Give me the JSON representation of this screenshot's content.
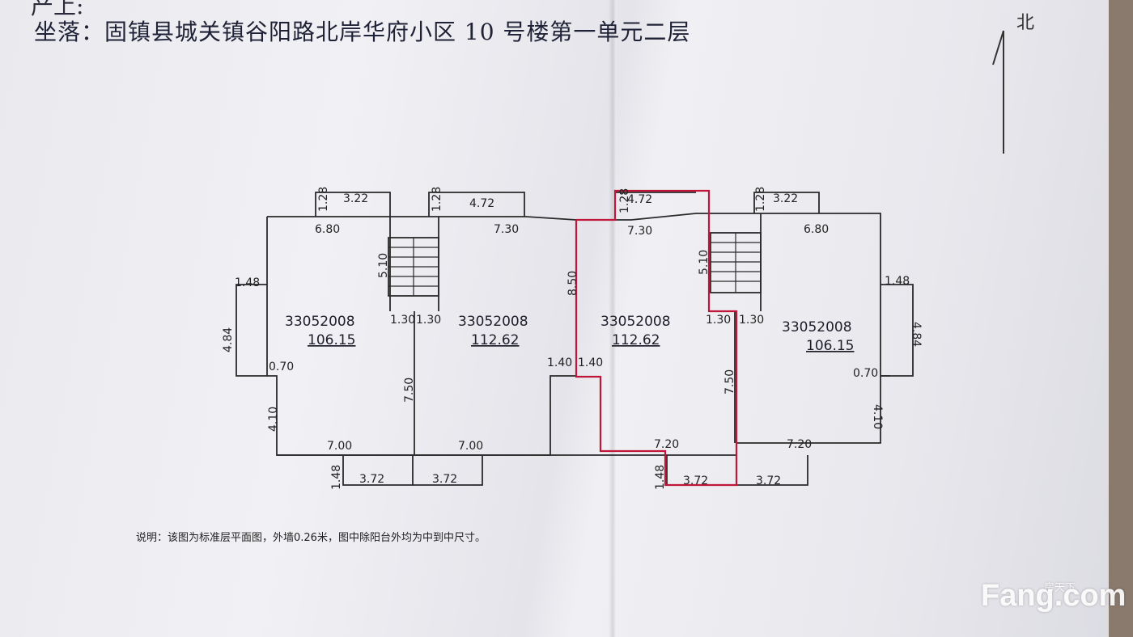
{
  "header": {
    "owner_line": "产上:",
    "location_line": "坐落：固镇县城关镇谷阳路北岸华府小区 10 号楼第一单元二层"
  },
  "north": {
    "label": "北"
  },
  "units": [
    {
      "code": "33052008",
      "area": "106.15"
    },
    {
      "code": "33052008",
      "area": "112.62"
    },
    {
      "code": "33052008",
      "area": "112.62"
    },
    {
      "code": "33052008",
      "area": "106.15"
    }
  ],
  "dims": {
    "d128a": "1.28",
    "d322a": "3.22",
    "d128b": "1.28",
    "d472a": "4.72",
    "d128c": "1.28",
    "d472b": "4.72",
    "d128d": "1.28",
    "d322b": "3.22",
    "d680a": "6.80",
    "d730a": "7.30",
    "d730b": "7.30",
    "d680b": "6.80",
    "d510a": "5.10",
    "d510b": "5.10",
    "d850": "8.50",
    "d148a": "1.48",
    "d148b": "1.48",
    "d484a": "4.84",
    "d484b": "4.84",
    "d130a": "1.30",
    "d130b": "1.30",
    "d130c": "1.30",
    "d130d": "1.30",
    "d140a": "1.40",
    "d140b": "1.40",
    "d070a": "0.70",
    "d070b": "0.70",
    "d750a": "7.50",
    "d750b": "7.50",
    "d410a": "4.10",
    "d410b": "4.10",
    "d700a": "7.00",
    "d700b": "7.00",
    "d720a": "7.20",
    "d720b": "7.20",
    "d148c": "1.48",
    "d148d": "1.48",
    "d372a": "3.72",
    "d372b": "3.72",
    "d372c": "3.72",
    "d372d": "3.72"
  },
  "note": "说明：该图为标准层平面图，外墙0.26米，图中除阳台外均为中到中尺寸。",
  "watermark": {
    "brand": "Fang.com",
    "sub": "房天下"
  },
  "colors": {
    "plan_line": "#2a2a2a",
    "highlight": "#c0163a"
  }
}
